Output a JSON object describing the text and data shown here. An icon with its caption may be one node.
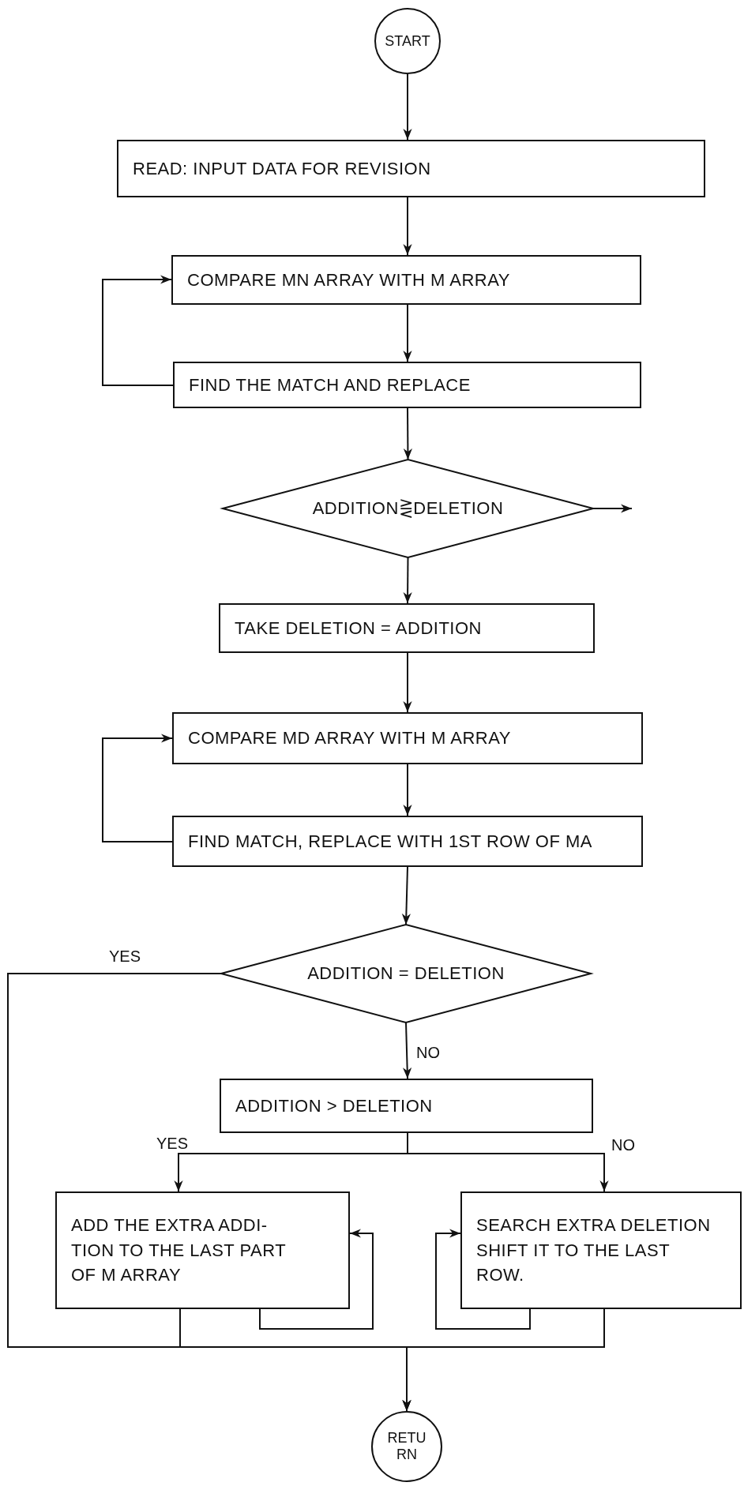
{
  "diagram": {
    "nodes": [
      {
        "text": [
          "START"
        ]
      },
      {
        "text": [
          "READ: INPUT DATA FOR REVISION"
        ]
      },
      {
        "text": [
          "COMPARE MN ARRAY WITH M ARRAY"
        ]
      },
      {
        "text": [
          "FIND THE MATCH AND REPLACE"
        ]
      },
      {
        "text": [
          "ADDITION⋛DELETION"
        ]
      },
      {
        "text": [
          "TAKE DELETION = ADDITION"
        ]
      },
      {
        "text": [
          "COMPARE MD ARRAY WITH M ARRAY"
        ]
      },
      {
        "text": [
          "FIND MATCH, REPLACE WITH 1ST ROW OF MA"
        ]
      },
      {
        "text": [
          "ADDITION = DELETION"
        ]
      },
      {
        "text": [
          "ADDITION > DELETION"
        ]
      },
      {
        "text": [
          "ADD THE EXTRA ADDI- TION TO THE LAST PART OF M ARRAY"
        ]
      },
      {
        "text": [
          "SEARCH EXTRA DELETION SHIFT IT TO THE LAST ROW."
        ]
      },
      {
        "text": [
          "RETU RN"
        ]
      }
    ],
    "edges": [
      {
        "from": 0,
        "to": 1,
        "arrow": "to"
      },
      {
        "from": 1,
        "to": 2,
        "arrow": "to"
      },
      {
        "from": 2,
        "to": 3,
        "arrow": "to"
      },
      {
        "from": 3,
        "to": 2,
        "arrow": "to"
      },
      {
        "from": 3,
        "to": 4,
        "arrow": "to"
      },
      {
        "from": 4,
        "to": null,
        "arrow": "to"
      },
      {
        "from": 4,
        "to": 5,
        "arrow": "to"
      },
      {
        "from": 5,
        "to": 6,
        "arrow": "to"
      },
      {
        "from": 6,
        "to": 7,
        "arrow": "to"
      },
      {
        "from": 7,
        "to": 6,
        "arrow": "to"
      },
      {
        "from": 7,
        "to": 8,
        "arrow": "to"
      },
      {
        "from": 8,
        "to": 9,
        "arrow": "to",
        "label": "NO"
      },
      {
        "from": 8,
        "to": 12,
        "arrow": "to",
        "label": "YES"
      },
      {
        "from": 9,
        "to": 10,
        "arrow": "to",
        "label": "YES"
      },
      {
        "from": 9,
        "to": 11,
        "arrow": "to",
        "label": "NO"
      },
      {
        "from": 10,
        "to": 10,
        "arrow": "to"
      },
      {
        "from": 11,
        "to": 11,
        "arrow": "to"
      },
      {
        "from": 10,
        "to": 12,
        "arrow": "to"
      },
      {
        "from": 11,
        "to": 12,
        "arrow": "to"
      }
    ]
  }
}
